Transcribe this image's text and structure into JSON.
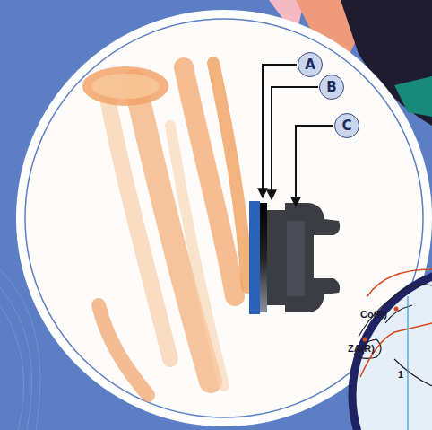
{
  "diagram": {
    "nodes": [
      {
        "text": [
          "A"
        ]
      },
      {
        "text": [
          "B"
        ]
      },
      {
        "text": [
          "C"
        ]
      }
    ],
    "labels": [
      "Co(R)",
      "ZA(R)",
      "1"
    ]
  }
}
